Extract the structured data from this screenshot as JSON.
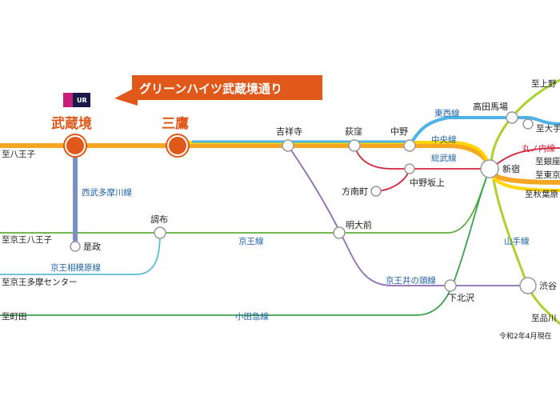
{
  "colors": {
    "chuo": "#f5a623",
    "sobu": "#ffd400",
    "tozai": "#4db3e6",
    "marunouchi": "#d4263a",
    "keio": "#5fae3a",
    "inokashira": "#8e6ab8",
    "seibu": "#7a8ec8",
    "odakyu": "#3aa14b",
    "sagamihara": "#5bbcd6",
    "yamanote": "#a8d32a",
    "accent": "#e0581a"
  },
  "callout": {
    "text": "グリーンハイツ武蔵境通り"
  },
  "logo": {
    "text": "UR"
  },
  "featured": {
    "musashisakai": "武蔵境",
    "mitaka": "三鷹"
  },
  "stations": {
    "kichijoji": "吉祥寺",
    "ogikubo": "荻窪",
    "nakano": "中野",
    "takadanobaba": "高田馬場",
    "shinjuku": "新宿",
    "nakanosakaue": "中野坂上",
    "honancho": "方南町",
    "meidaimae": "明大前",
    "chofu": "調布",
    "koremasa": "是政",
    "shimokitazawa": "下北沢",
    "shibuya": "渋谷"
  },
  "destinations": {
    "hachioji": "至八王子",
    "keiohachioji": "至京王八王子",
    "keiotamacenter": "至京王多摩センター",
    "machida": "至町田",
    "ueno": "至上野",
    "otemachi": "至大手町",
    "ginza": "至銀座",
    "tokyo": "至東京",
    "akihabara": "至秋葉原",
    "shinagawa": "至品川"
  },
  "lines": {
    "tozai": "東西線",
    "chuo": "中央線",
    "sobu": "総武線",
    "marunouchi": "丸ノ内線",
    "seibutamagawa": "西武多摩川線",
    "keio": "京王線",
    "sagamihara": "京王相模原線",
    "inokashira": "京王井の頭線",
    "odakyu": "小田急線",
    "yamanote": "山手線"
  },
  "note": "令和2年4月現在"
}
